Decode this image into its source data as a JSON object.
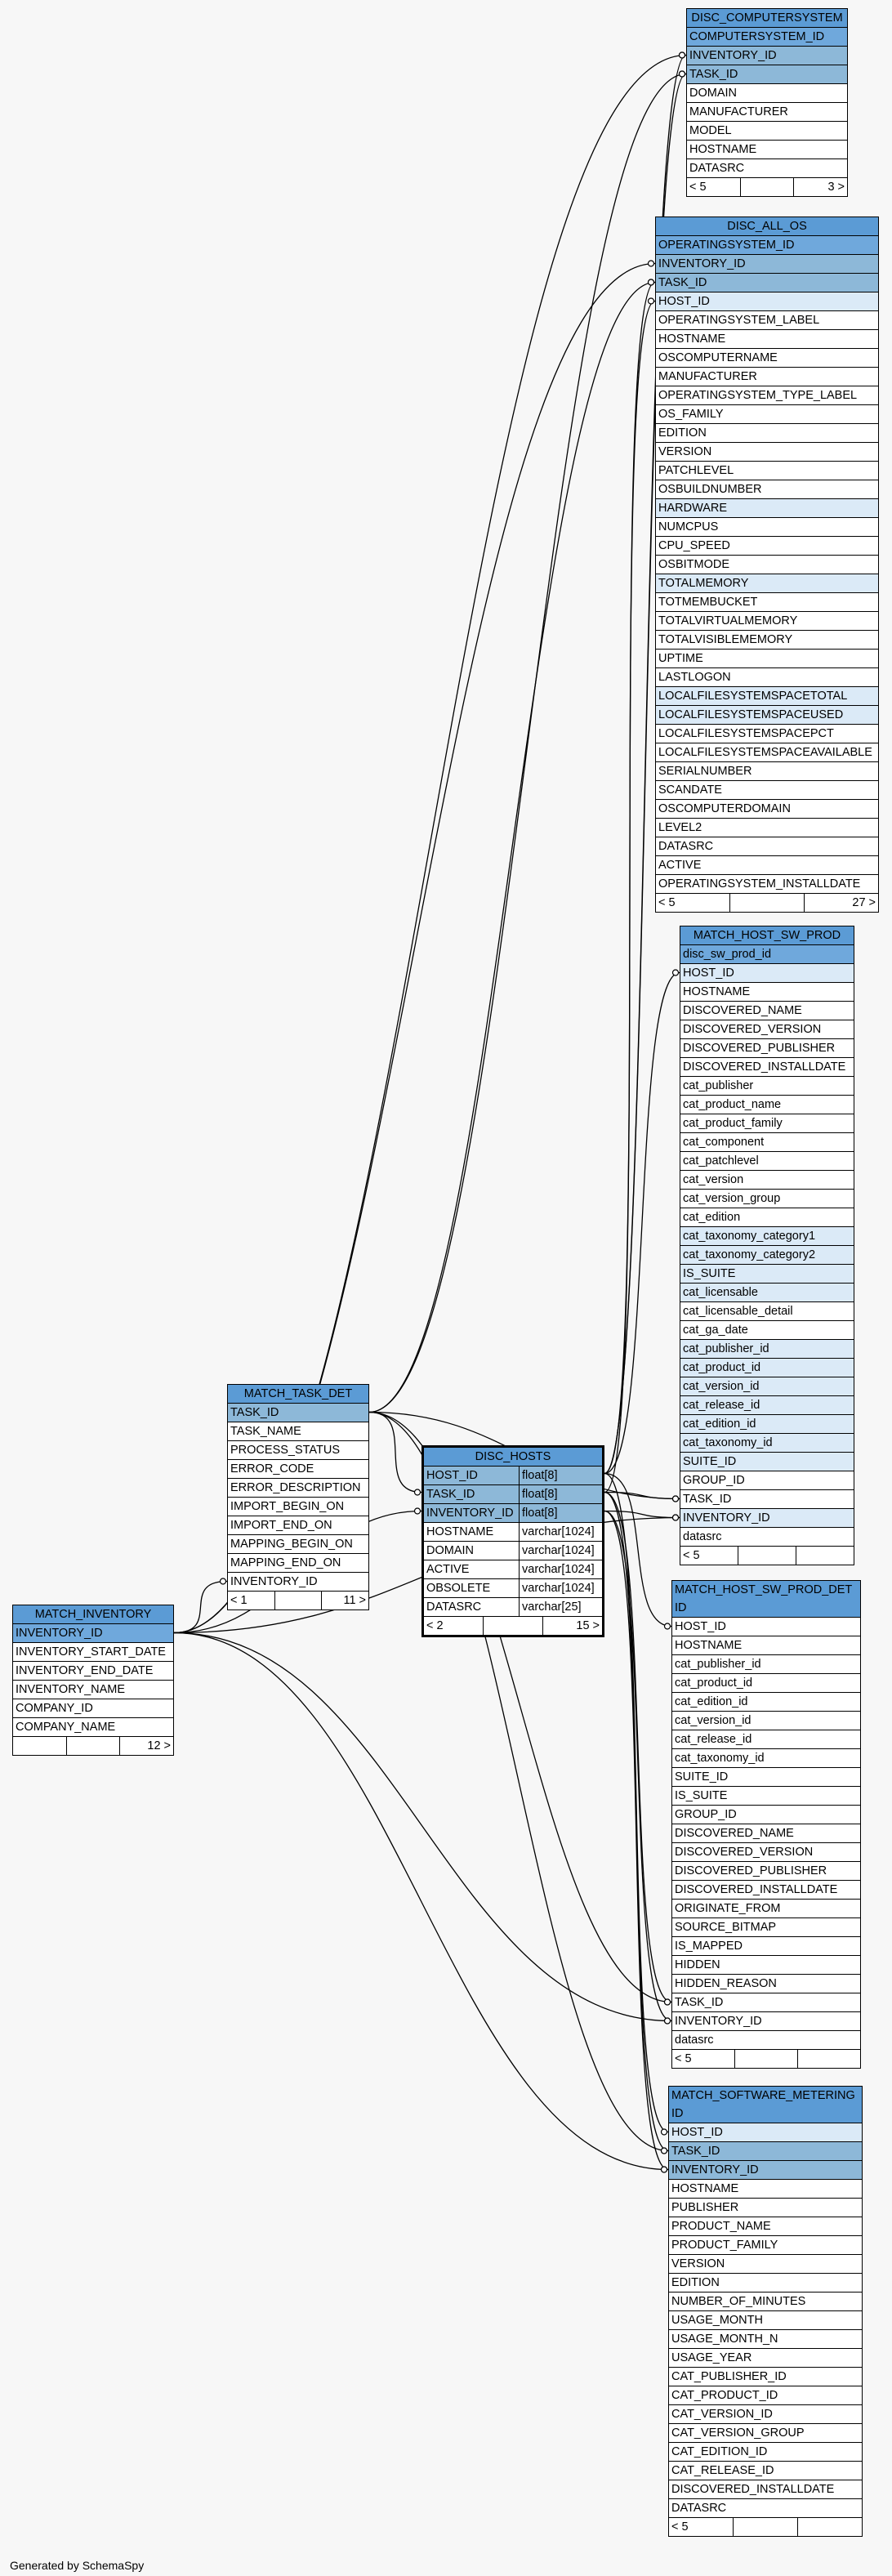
{
  "footer": {
    "generated_by": "Generated by SchemaSpy"
  },
  "tables": {
    "disc_computersystem": {
      "title": "DISC_COMPUTERSYSTEM",
      "columns": [
        {
          "name": "COMPUTERSYSTEM_ID",
          "kind": "pk"
        },
        {
          "name": "INVENTORY_ID",
          "kind": "pkfk"
        },
        {
          "name": "TASK_ID",
          "kind": "pkfk"
        },
        {
          "name": "DOMAIN",
          "kind": ""
        },
        {
          "name": "MANUFACTURER",
          "kind": ""
        },
        {
          "name": "MODEL",
          "kind": ""
        },
        {
          "name": "HOSTNAME",
          "kind": ""
        },
        {
          "name": "DATASRC",
          "kind": ""
        }
      ],
      "footer": {
        "parents": "< 5",
        "rows": "",
        "children": "3 >"
      }
    },
    "disc_all_os": {
      "title": "DISC_ALL_OS",
      "columns": [
        {
          "name": "OPERATINGSYSTEM_ID",
          "kind": "pk"
        },
        {
          "name": "INVENTORY_ID",
          "kind": "pkfk"
        },
        {
          "name": "TASK_ID",
          "kind": "pkfk"
        },
        {
          "name": "HOST_ID",
          "kind": "fk"
        },
        {
          "name": "OPERATINGSYSTEM_LABEL",
          "kind": ""
        },
        {
          "name": "HOSTNAME",
          "kind": ""
        },
        {
          "name": "OSCOMPUTERNAME",
          "kind": ""
        },
        {
          "name": "MANUFACTURER",
          "kind": ""
        },
        {
          "name": "OPERATINGSYSTEM_TYPE_LABEL",
          "kind": ""
        },
        {
          "name": "OS_FAMILY",
          "kind": ""
        },
        {
          "name": "EDITION",
          "kind": ""
        },
        {
          "name": "VERSION",
          "kind": ""
        },
        {
          "name": "PATCHLEVEL",
          "kind": ""
        },
        {
          "name": "OSBUILDNUMBER",
          "kind": ""
        },
        {
          "name": "HARDWARE",
          "kind": "fk"
        },
        {
          "name": "NUMCPUS",
          "kind": ""
        },
        {
          "name": "CPU_SPEED",
          "kind": ""
        },
        {
          "name": "OSBITMODE",
          "kind": ""
        },
        {
          "name": "TOTALMEMORY",
          "kind": "fk"
        },
        {
          "name": "TOTMEMBUCKET",
          "kind": ""
        },
        {
          "name": "TOTALVIRTUALMEMORY",
          "kind": ""
        },
        {
          "name": "TOTALVISIBLEMEMORY",
          "kind": ""
        },
        {
          "name": "UPTIME",
          "kind": ""
        },
        {
          "name": "LASTLOGON",
          "kind": ""
        },
        {
          "name": "LOCALFILESYSTEMSPACETOTAL",
          "kind": "fk"
        },
        {
          "name": "LOCALFILESYSTEMSPACEUSED",
          "kind": "fk"
        },
        {
          "name": "LOCALFILESYSTEMSPACEPCT",
          "kind": ""
        },
        {
          "name": "LOCALFILESYSTEMSPACEAVAILABLE",
          "kind": ""
        },
        {
          "name": "SERIALNUMBER",
          "kind": ""
        },
        {
          "name": "SCANDATE",
          "kind": ""
        },
        {
          "name": "OSCOMPUTERDOMAIN",
          "kind": ""
        },
        {
          "name": "LEVEL2",
          "kind": ""
        },
        {
          "name": "DATASRC",
          "kind": ""
        },
        {
          "name": "ACTIVE",
          "kind": ""
        },
        {
          "name": "OPERATINGSYSTEM_INSTALLDATE",
          "kind": ""
        }
      ],
      "footer": {
        "parents": "< 5",
        "rows": "",
        "children": "27 >"
      }
    },
    "match_host_sw_prod": {
      "title": "MATCH_HOST_SW_PROD",
      "columns": [
        {
          "name": "disc_sw_prod_id",
          "kind": "pk"
        },
        {
          "name": "HOST_ID",
          "kind": "fk"
        },
        {
          "name": "HOSTNAME",
          "kind": ""
        },
        {
          "name": "DISCOVERED_NAME",
          "kind": ""
        },
        {
          "name": "DISCOVERED_VERSION",
          "kind": ""
        },
        {
          "name": "DISCOVERED_PUBLISHER",
          "kind": ""
        },
        {
          "name": "DISCOVERED_INSTALLDATE",
          "kind": ""
        },
        {
          "name": "cat_publisher",
          "kind": ""
        },
        {
          "name": "cat_product_name",
          "kind": ""
        },
        {
          "name": "cat_product_family",
          "kind": ""
        },
        {
          "name": "cat_component",
          "kind": ""
        },
        {
          "name": "cat_patchlevel",
          "kind": ""
        },
        {
          "name": "cat_version",
          "kind": ""
        },
        {
          "name": "cat_version_group",
          "kind": ""
        },
        {
          "name": "cat_edition",
          "kind": ""
        },
        {
          "name": "cat_taxonomy_category1",
          "kind": "fk"
        },
        {
          "name": "cat_taxonomy_category2",
          "kind": "fk"
        },
        {
          "name": "IS_SUITE",
          "kind": "fk"
        },
        {
          "name": "cat_licensable",
          "kind": "fk"
        },
        {
          "name": "cat_licensable_detail",
          "kind": ""
        },
        {
          "name": "cat_ga_date",
          "kind": ""
        },
        {
          "name": "cat_publisher_id",
          "kind": "fk"
        },
        {
          "name": "cat_product_id",
          "kind": "fk"
        },
        {
          "name": "cat_version_id",
          "kind": "fk"
        },
        {
          "name": "cat_release_id",
          "kind": "fk"
        },
        {
          "name": "cat_edition_id",
          "kind": "fk"
        },
        {
          "name": "cat_taxonomy_id",
          "kind": "fk"
        },
        {
          "name": "SUITE_ID",
          "kind": "fk"
        },
        {
          "name": "GROUP_ID",
          "kind": ""
        },
        {
          "name": "TASK_ID",
          "kind": ""
        },
        {
          "name": "INVENTORY_ID",
          "kind": "fk"
        },
        {
          "name": "datasrc",
          "kind": ""
        }
      ],
      "footer": {
        "parents": "< 5",
        "rows": "",
        "children": ""
      }
    },
    "match_task_det": {
      "title": "MATCH_TASK_DET",
      "columns": [
        {
          "name": "TASK_ID",
          "kind": "pkfk"
        },
        {
          "name": "TASK_NAME",
          "kind": ""
        },
        {
          "name": "PROCESS_STATUS",
          "kind": ""
        },
        {
          "name": "ERROR_CODE",
          "kind": ""
        },
        {
          "name": "ERROR_DESCRIPTION",
          "kind": ""
        },
        {
          "name": "IMPORT_BEGIN_ON",
          "kind": ""
        },
        {
          "name": "IMPORT_END_ON",
          "kind": ""
        },
        {
          "name": "MAPPING_BEGIN_ON",
          "kind": ""
        },
        {
          "name": "MAPPING_END_ON",
          "kind": ""
        },
        {
          "name": "INVENTORY_ID",
          "kind": ""
        }
      ],
      "footer": {
        "parents": "< 1",
        "rows": "",
        "children": "11 >"
      }
    },
    "disc_hosts": {
      "title": "DISC_HOSTS",
      "columns": [
        {
          "name": "HOST_ID",
          "type": "float[8]",
          "kind": "pkfk"
        },
        {
          "name": "TASK_ID",
          "type": "float[8]",
          "kind": "pkfk"
        },
        {
          "name": "INVENTORY_ID",
          "type": "float[8]",
          "kind": "pkfk"
        },
        {
          "name": "HOSTNAME",
          "type": "varchar[1024]",
          "kind": ""
        },
        {
          "name": "DOMAIN",
          "type": "varchar[1024]",
          "kind": ""
        },
        {
          "name": "ACTIVE",
          "type": "varchar[1024]",
          "kind": ""
        },
        {
          "name": "OBSOLETE",
          "type": "varchar[1024]",
          "kind": ""
        },
        {
          "name": "DATASRC",
          "type": "varchar[25]",
          "kind": ""
        }
      ],
      "footer": {
        "parents": "< 2",
        "rows": "",
        "children": "15 >"
      }
    },
    "match_inventory": {
      "title": "MATCH_INVENTORY",
      "columns": [
        {
          "name": "INVENTORY_ID",
          "kind": "pk"
        },
        {
          "name": "INVENTORY_START_DATE",
          "kind": ""
        },
        {
          "name": "INVENTORY_END_DATE",
          "kind": ""
        },
        {
          "name": "INVENTORY_NAME",
          "kind": ""
        },
        {
          "name": "COMPANY_ID",
          "kind": ""
        },
        {
          "name": "COMPANY_NAME",
          "kind": ""
        }
      ],
      "footer": {
        "parents": "",
        "rows": "",
        "children": "12 >"
      }
    },
    "match_host_sw_prod_det": {
      "title": "MATCH_HOST_SW_PROD_DET",
      "title_line2": "ID",
      "columns": [
        {
          "name": "HOST_ID",
          "kind": ""
        },
        {
          "name": "HOSTNAME",
          "kind": ""
        },
        {
          "name": "cat_publisher_id",
          "kind": ""
        },
        {
          "name": "cat_product_id",
          "kind": ""
        },
        {
          "name": "cat_edition_id",
          "kind": ""
        },
        {
          "name": "cat_version_id",
          "kind": ""
        },
        {
          "name": "cat_release_id",
          "kind": ""
        },
        {
          "name": "cat_taxonomy_id",
          "kind": ""
        },
        {
          "name": "SUITE_ID",
          "kind": ""
        },
        {
          "name": "IS_SUITE",
          "kind": ""
        },
        {
          "name": "GROUP_ID",
          "kind": ""
        },
        {
          "name": "DISCOVERED_NAME",
          "kind": ""
        },
        {
          "name": "DISCOVERED_VERSION",
          "kind": ""
        },
        {
          "name": "DISCOVERED_PUBLISHER",
          "kind": ""
        },
        {
          "name": "DISCOVERED_INSTALLDATE",
          "kind": ""
        },
        {
          "name": "ORIGINATE_FROM",
          "kind": ""
        },
        {
          "name": "SOURCE_BITMAP",
          "kind": ""
        },
        {
          "name": "IS_MAPPED",
          "kind": ""
        },
        {
          "name": "HIDDEN",
          "kind": ""
        },
        {
          "name": "HIDDEN_REASON",
          "kind": ""
        },
        {
          "name": "TASK_ID",
          "kind": ""
        },
        {
          "name": "INVENTORY_ID",
          "kind": ""
        },
        {
          "name": "datasrc",
          "kind": ""
        }
      ],
      "footer": {
        "parents": "< 5",
        "rows": "",
        "children": ""
      }
    },
    "match_software_metering": {
      "title": "MATCH_SOFTWARE_METERING",
      "title_line2": "ID",
      "columns": [
        {
          "name": "HOST_ID",
          "kind": "fk"
        },
        {
          "name": "TASK_ID",
          "kind": "pkfk"
        },
        {
          "name": "INVENTORY_ID",
          "kind": "pkfk"
        },
        {
          "name": "HOSTNAME",
          "kind": ""
        },
        {
          "name": "PUBLISHER",
          "kind": ""
        },
        {
          "name": "PRODUCT_NAME",
          "kind": ""
        },
        {
          "name": "PRODUCT_FAMILY",
          "kind": ""
        },
        {
          "name": "VERSION",
          "kind": ""
        },
        {
          "name": "EDITION",
          "kind": ""
        },
        {
          "name": "NUMBER_OF_MINUTES",
          "kind": ""
        },
        {
          "name": "USAGE_MONTH",
          "kind": ""
        },
        {
          "name": "USAGE_MONTH_N",
          "kind": ""
        },
        {
          "name": "USAGE_YEAR",
          "kind": ""
        },
        {
          "name": "CAT_PUBLISHER_ID",
          "kind": ""
        },
        {
          "name": "CAT_PRODUCT_ID",
          "kind": ""
        },
        {
          "name": "CAT_VERSION_ID",
          "kind": ""
        },
        {
          "name": "CAT_VERSION_GROUP",
          "kind": ""
        },
        {
          "name": "CAT_EDITION_ID",
          "kind": ""
        },
        {
          "name": "CAT_RELEASE_ID",
          "kind": ""
        },
        {
          "name": "DISCOVERED_INSTALLDATE",
          "kind": ""
        },
        {
          "name": "DATASRC",
          "kind": ""
        }
      ],
      "footer": {
        "parents": "< 5",
        "rows": "",
        "children": ""
      }
    }
  }
}
